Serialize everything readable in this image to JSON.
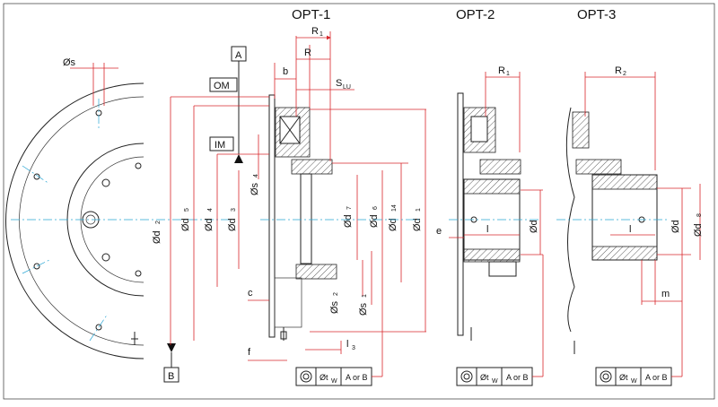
{
  "options": {
    "opt1": "OPT-1",
    "opt2": "OPT-2",
    "opt3": "OPT-3"
  },
  "datums": {
    "a": "A",
    "b": "B",
    "om": "OM",
    "im": "IM"
  },
  "tolerance": {
    "symbol": "Øt",
    "sub": "W",
    "ref": "A or B"
  },
  "dims": {
    "s": "Øs",
    "d2": "Ød",
    "d2_sub": "2",
    "d5": "Ød",
    "d5_sub": "5",
    "d4": "Ød",
    "d4_sub": "4",
    "d3": "Ød",
    "d3_sub": "3",
    "s4": "Øs",
    "s4_sub": "4",
    "d7": "Ød",
    "d7_sub": "7",
    "d6": "Ød",
    "d6_sub": "6",
    "d14": "Ød",
    "d14_sub": "14",
    "d1": "Ød",
    "d1_sub": "1",
    "s2": "Øs",
    "s2_sub": "2",
    "s1": "Øs",
    "s1_sub": "1",
    "R1": "R",
    "R1_sub": "1",
    "R": "R",
    "b": "b",
    "SLU": "S",
    "SLU_sub": "LU",
    "c": "c",
    "f": "f",
    "l3": "l",
    "l3_sub": "3",
    "opt2_R1": "R",
    "opt2_R1_sub": "1",
    "e": "e",
    "l_opt2": "l",
    "d_opt2": "Ød",
    "opt3_R2": "R",
    "opt3_R2_sub": "2",
    "l_opt3": "l",
    "d_opt3": "Ød",
    "d8": "Ød",
    "d8_sub": "8",
    "m": "m"
  }
}
